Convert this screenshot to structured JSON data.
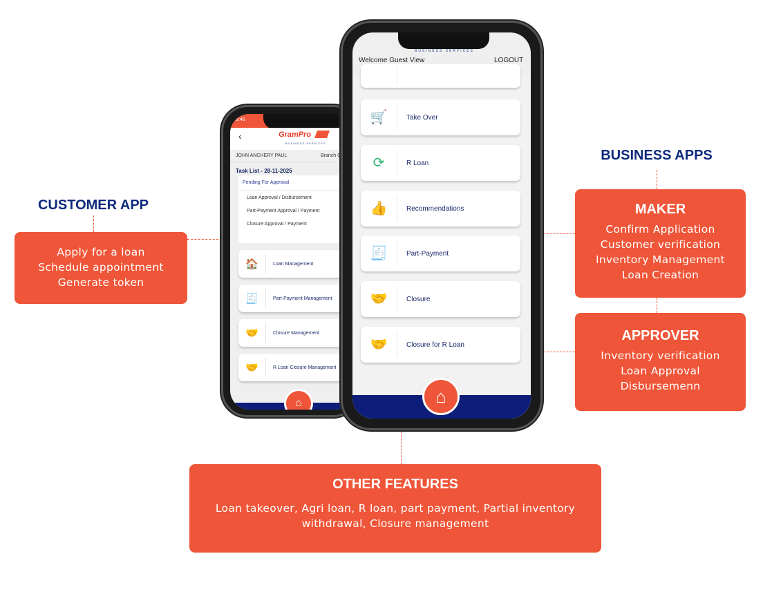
{
  "customer": {
    "title": "CUSTOMER APP",
    "lines": [
      "Apply for a loan",
      "Schedule appointment",
      "Generate token"
    ]
  },
  "business": {
    "title": "BUSINESS APPS",
    "maker": {
      "title": "MAKER",
      "lines": [
        "Confirm Application",
        "Customer verification",
        "Inventory Management",
        "Loan Creation"
      ]
    },
    "approver": {
      "title": "APPROVER",
      "lines": [
        "Inventory verification",
        "Loan Approval",
        "Disbursemenn"
      ]
    }
  },
  "other": {
    "title": "OTHER FEATURES",
    "lines": [
      "Loan takeover, Agri loan, R loan, part payment, Partial inventory",
      "withdrawal, Closure management"
    ]
  },
  "back_phone": {
    "time": "9:46",
    "logo": "GramPro",
    "logo_sub": "BUSINESS SERVICES",
    "user": "JOHN ANCHERY PAUL",
    "branch": "Branch C",
    "task_list": "Task List -  28-11-2025",
    "pending": {
      "title": "Pending For Approval",
      "items": [
        "Loan Approval / Disbursement",
        "Part-Payment Approval / Payment",
        "Closure Approval / Payment"
      ]
    },
    "menu": [
      "Loan Management",
      "Part-Payment Management",
      "Closure Management",
      "R Loan Closure Management"
    ]
  },
  "front_phone": {
    "logo_sub": "BUSINESS SERVICES",
    "welcome": "Welcome Guest View",
    "logout": "LOGOUT",
    "menu": [
      "Take Over",
      "R Loan",
      "Recommendations",
      "Part-Payment",
      "Closure",
      "Closure for R Loan"
    ]
  }
}
